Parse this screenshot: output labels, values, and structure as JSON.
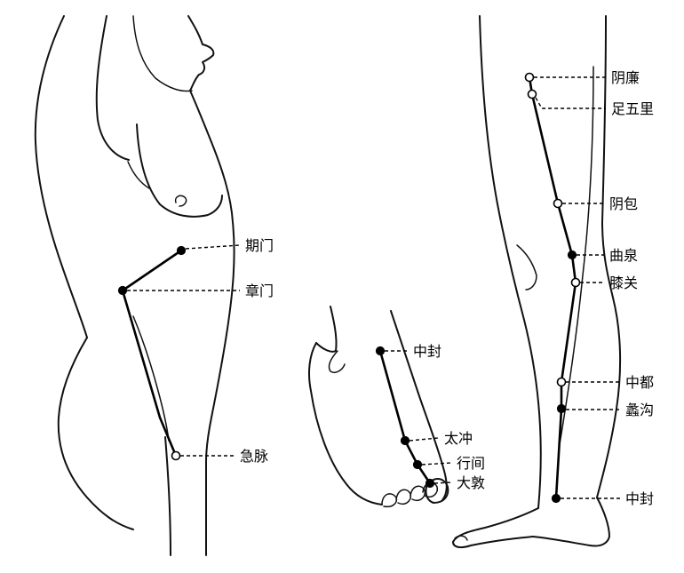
{
  "points": [
    {
      "id": "yinlian",
      "label": "阴廉",
      "style": "open"
    },
    {
      "id": "zuwuli",
      "label": "足五里",
      "style": "open"
    },
    {
      "id": "yinbao",
      "label": "阴包",
      "style": "open"
    },
    {
      "id": "ququan",
      "label": "曲泉",
      "style": "solid"
    },
    {
      "id": "xiguan",
      "label": "膝关",
      "style": "open"
    },
    {
      "id": "zhongdu",
      "label": "中都",
      "style": "open"
    },
    {
      "id": "ligou",
      "label": "蠡沟",
      "style": "solid"
    },
    {
      "id": "zhongfeng_leg",
      "label": "中封",
      "style": "solid"
    },
    {
      "id": "qimen",
      "label": "期门",
      "style": "solid"
    },
    {
      "id": "zhangmen",
      "label": "章门",
      "style": "solid"
    },
    {
      "id": "jimai",
      "label": "急脉",
      "style": "open"
    },
    {
      "id": "zhongfeng_foot",
      "label": "中封",
      "style": "solid"
    },
    {
      "id": "taichong",
      "label": "太冲",
      "style": "solid"
    },
    {
      "id": "xingjian",
      "label": "行间",
      "style": "solid"
    },
    {
      "id": "dadun",
      "label": "大敦",
      "style": "solid"
    }
  ]
}
